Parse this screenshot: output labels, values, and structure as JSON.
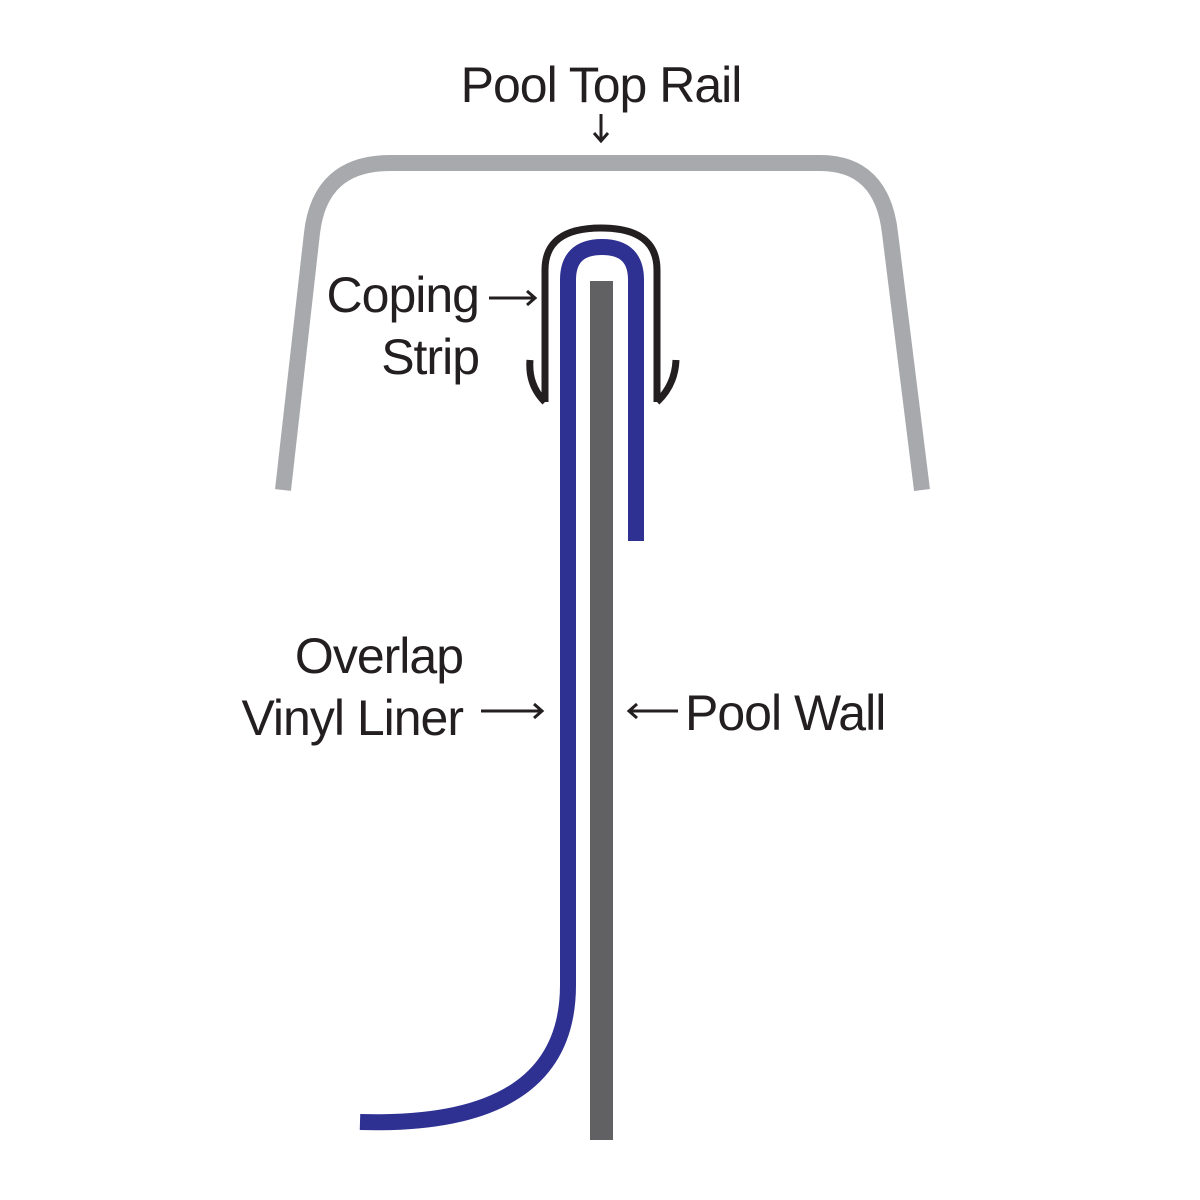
{
  "labels": {
    "top_rail": "Pool Top Rail",
    "coping_line1": "Coping",
    "coping_line2": "Strip",
    "liner_line1": "Overlap",
    "liner_line2": "Vinyl Liner",
    "wall": "Pool Wall"
  },
  "colors": {
    "top_rail": "#a7a9ac",
    "vinyl_liner": "#2e3192",
    "pool_wall": "#616164",
    "coping_strip": "#231f20",
    "text": "#231f20",
    "background": "#ffffff"
  }
}
